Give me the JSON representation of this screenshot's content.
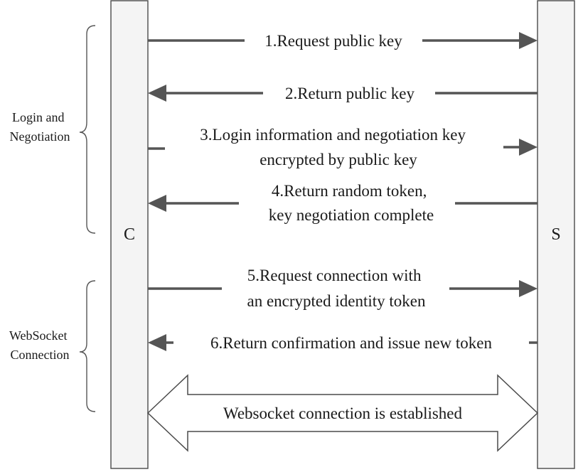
{
  "participants": {
    "client": "C",
    "server": "S"
  },
  "groups": {
    "login": [
      "Login and",
      "Negotiation"
    ],
    "websocket": [
      "WebSocket",
      "Connection"
    ]
  },
  "messages": [
    {
      "lines": [
        "1.Request public key"
      ],
      "direction": "to-server"
    },
    {
      "lines": [
        "2.Return public key"
      ],
      "direction": "to-client"
    },
    {
      "lines": [
        "3.Login information and negotiation key",
        "encrypted by public key"
      ],
      "direction": "to-server"
    },
    {
      "lines": [
        "4.Return random token,",
        "key negotiation complete"
      ],
      "direction": "to-client"
    },
    {
      "lines": [
        "5.Request connection with",
        "an encrypted identity token"
      ],
      "direction": "to-server"
    },
    {
      "lines": [
        "6.Return confirmation and issue new token"
      ],
      "direction": "to-client"
    }
  ],
  "connection": {
    "label": "Websocket connection is established",
    "direction": "bidirectional"
  },
  "colors": {
    "arrow": "#555555",
    "lifeline_fill": "#f4f4f4",
    "lifeline_stroke": "#4a4a4a",
    "text": "#1a1a1a"
  }
}
